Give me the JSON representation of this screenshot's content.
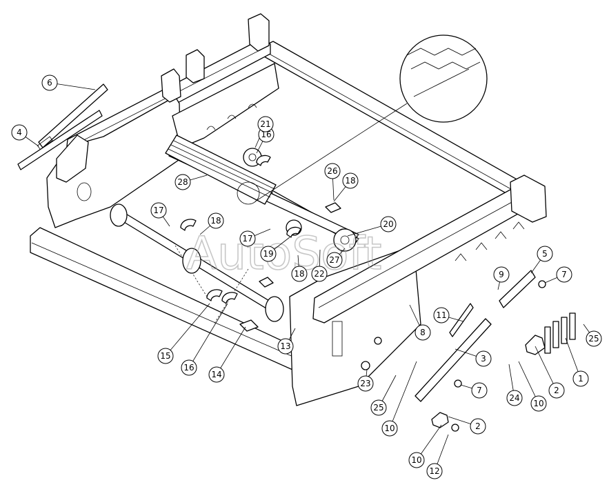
{
  "watermark": "AutoSoft",
  "callouts": [
    {
      "id": "1"
    },
    {
      "id": "2"
    },
    {
      "id": "2"
    },
    {
      "id": "3"
    },
    {
      "id": "4"
    },
    {
      "id": "5"
    },
    {
      "id": "6"
    },
    {
      "id": "7"
    },
    {
      "id": "7"
    },
    {
      "id": "8"
    },
    {
      "id": "9"
    },
    {
      "id": "10"
    },
    {
      "id": "10"
    },
    {
      "id": "10"
    },
    {
      "id": "11"
    },
    {
      "id": "12"
    },
    {
      "id": "13"
    },
    {
      "id": "14"
    },
    {
      "id": "15"
    },
    {
      "id": "16"
    },
    {
      "id": "16"
    },
    {
      "id": "17"
    },
    {
      "id": "17"
    },
    {
      "id": "18"
    },
    {
      "id": "18"
    },
    {
      "id": "18"
    },
    {
      "id": "19"
    },
    {
      "id": "20"
    },
    {
      "id": "21"
    },
    {
      "id": "22"
    },
    {
      "id": "23"
    },
    {
      "id": "24"
    },
    {
      "id": "25"
    },
    {
      "id": "25"
    },
    {
      "id": "26"
    },
    {
      "id": "27"
    },
    {
      "id": "28"
    }
  ]
}
